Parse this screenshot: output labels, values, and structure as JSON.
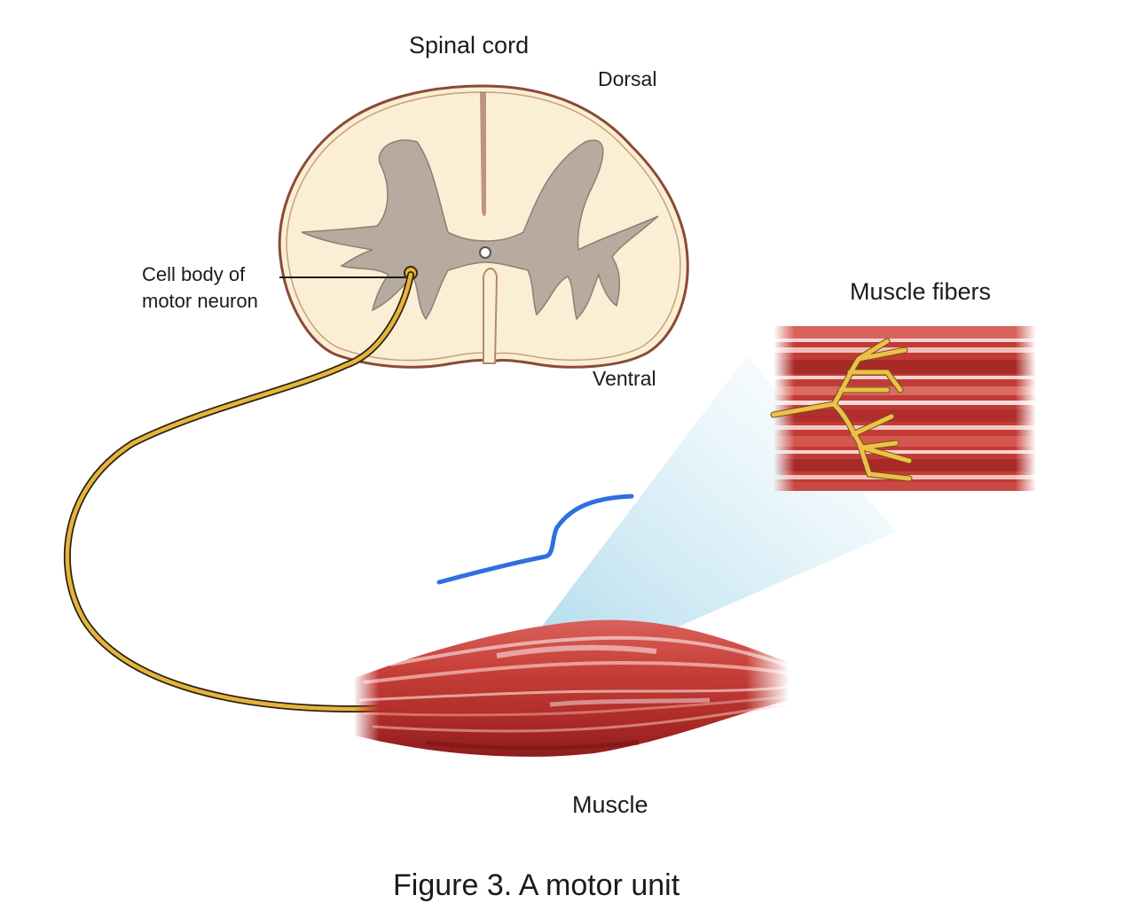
{
  "labels": {
    "spinal_cord": "Spinal cord",
    "dorsal": "Dorsal",
    "ventral": "Ventral",
    "cell_body_line1": "Cell body of",
    "cell_body_line2": "motor neuron",
    "muscle_fibers": "Muscle fibers",
    "muscle": "Muscle",
    "caption": "Figure 3. A motor unit"
  },
  "colors": {
    "white_matter": "#faefd4",
    "cord_outline": "#8a4a37",
    "grey_matter": "#b7aa9f",
    "axon": "#e5b53c",
    "axon_outline": "#2b2210",
    "muscle": "#c23a33",
    "muscle_dark": "#9c1f1f",
    "magnify_beam": "#a9d8ec",
    "annotation_stroke": "#2f6fe0"
  }
}
